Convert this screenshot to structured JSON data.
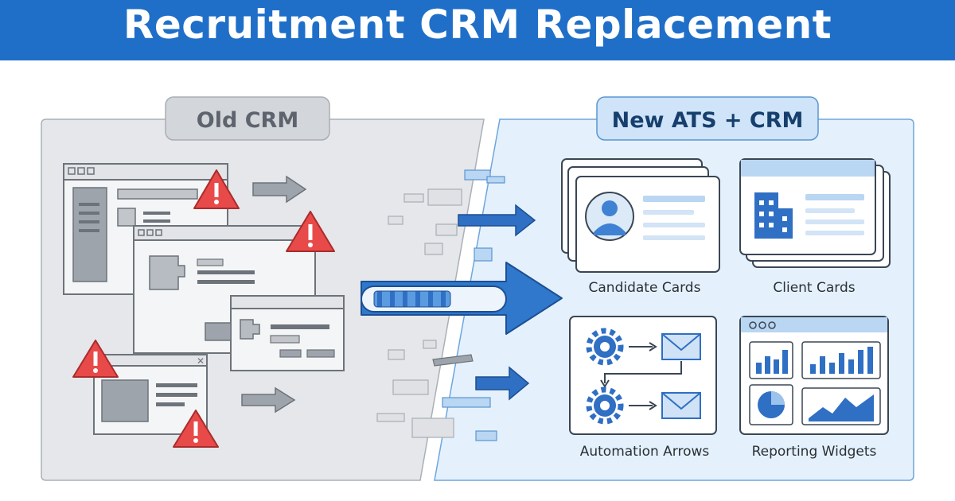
{
  "title": "Recruitment CRM Replacement",
  "old_panel": {
    "label": "Old CRM"
  },
  "new_panel": {
    "label": "New ATS + CRM",
    "features": [
      {
        "label": "Candidate Cards",
        "icon": "candidate-card-icon"
      },
      {
        "label": "Client Cards",
        "icon": "building-icon"
      },
      {
        "label": "Automation Arrows",
        "icon": "gear-arrow-envelope-icon"
      },
      {
        "label": "Reporting Widgets",
        "icon": "chart-widgets-icon"
      }
    ]
  },
  "colors": {
    "banner": "#1f6fc8",
    "old_panel_bg": "#e5e7ea",
    "new_panel_bg": "#e4f1fc",
    "accent_blue": "#2f78cc",
    "warning_red": "#e84a4a"
  }
}
